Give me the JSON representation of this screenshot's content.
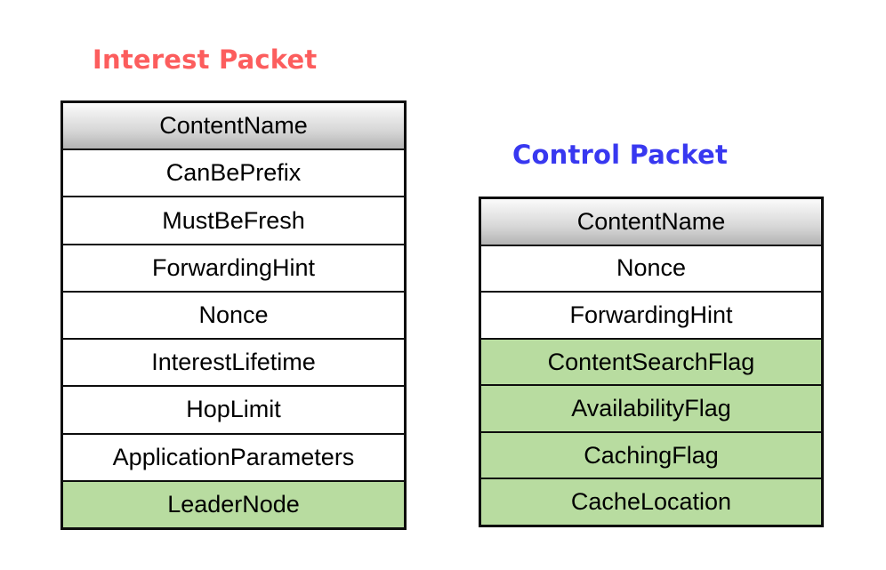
{
  "diagram": {
    "title_interest": "Interest Packet",
    "title_control": "Control Packet",
    "colors": {
      "interest_title": "#fc5d5d",
      "control_title": "#3838f0",
      "highlight_row": "#b8dca0",
      "header_gradient_top": "#fbfbfb",
      "header_gradient_bottom": "#b3b3b3",
      "border": "#0d0d0d",
      "row_background": "#ffffff",
      "text": "#000000",
      "page_background": "#ffffff"
    }
  },
  "interest_packet": {
    "title": "Interest Packet",
    "fields": [
      {
        "label": "ContentName",
        "style": "header"
      },
      {
        "label": "CanBePrefix",
        "style": "normal"
      },
      {
        "label": "MustBeFresh",
        "style": "normal"
      },
      {
        "label": "ForwardingHint",
        "style": "normal"
      },
      {
        "label": "Nonce",
        "style": "normal"
      },
      {
        "label": "InterestLifetime",
        "style": "normal"
      },
      {
        "label": "HopLimit",
        "style": "normal"
      },
      {
        "label": "ApplicationParameters",
        "style": "normal"
      },
      {
        "label": "LeaderNode",
        "style": "highlight"
      }
    ]
  },
  "control_packet": {
    "title": "Control Packet",
    "fields": [
      {
        "label": "ContentName",
        "style": "header"
      },
      {
        "label": "Nonce",
        "style": "normal"
      },
      {
        "label": "ForwardingHint",
        "style": "normal"
      },
      {
        "label": "ContentSearchFlag",
        "style": "highlight"
      },
      {
        "label": "AvailabilityFlag",
        "style": "highlight"
      },
      {
        "label": "CachingFlag",
        "style": "highlight"
      },
      {
        "label": "CacheLocation",
        "style": "highlight"
      }
    ]
  }
}
